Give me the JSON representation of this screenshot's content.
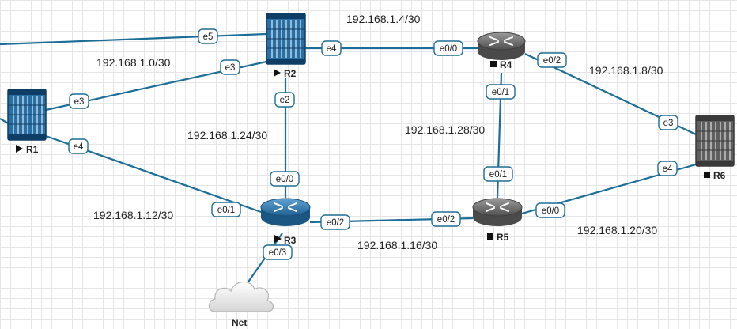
{
  "colors": {
    "link": "#1b6e99",
    "switch_fill": "#2a6fa3",
    "switch_dark": "#0e3e66",
    "router_blue": "#2d7bb0",
    "router_gray": "#6e6e6e",
    "switch_gray": "#5f5f5f"
  },
  "nodes": {
    "r1": {
      "label": "R1",
      "status": "running",
      "icon": "switch-icon"
    },
    "r2": {
      "label": "R2",
      "status": "running",
      "icon": "switch-icon"
    },
    "r3": {
      "label": "R3",
      "status": "running",
      "icon": "router-icon"
    },
    "r4": {
      "label": "R4",
      "status": "stopped",
      "icon": "router-icon"
    },
    "r5": {
      "label": "R5",
      "status": "stopped",
      "icon": "router-icon"
    },
    "r6": {
      "label": "R6",
      "status": "stopped",
      "icon": "switch-icon"
    },
    "net": {
      "label": "Net",
      "icon": "cloud-icon"
    }
  },
  "subnets": {
    "r1_r2": "192.168.1.0/30",
    "r2_r4": "192.168.1.4/30",
    "r4_r6": "192.168.1.8/30",
    "r1_r3": "192.168.1.12/30",
    "r3_r5": "192.168.1.16/30",
    "r5_r6": "192.168.1.20/30",
    "r2_r3": "192.168.1.24/30",
    "r4_r5": "192.168.1.28/30"
  },
  "interfaces": {
    "r2_e5": "e5",
    "r2_e3": "e3",
    "r2_e4": "e4",
    "r2_e2": "e2",
    "r1_e3": "e3",
    "r1_e4": "e4",
    "r4_e0_0": "e0/0",
    "r4_e0_2": "e0/2",
    "r4_e0_1": "e0/1",
    "r6_e3": "e3",
    "r6_e4": "e4",
    "r3_e0_0": "e0/0",
    "r3_e0_1": "e0/1",
    "r3_e0_2": "e0/2",
    "r3_e0_3": "e0/3",
    "r5_e0_1": "e0/1",
    "r5_e0_2": "e0/2",
    "r5_e0_0": "e0/0"
  }
}
